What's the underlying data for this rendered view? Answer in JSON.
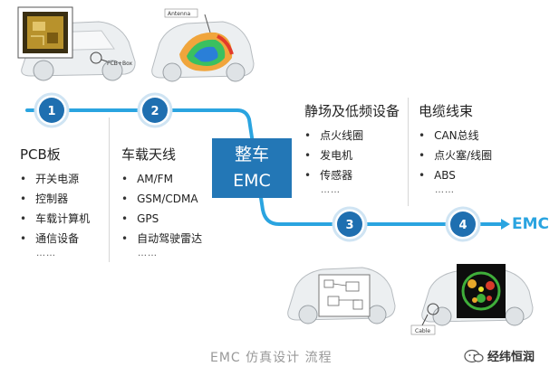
{
  "steps": [
    {
      "number": "1"
    },
    {
      "number": "2"
    },
    {
      "number": "3"
    },
    {
      "number": "4"
    }
  ],
  "columns": [
    {
      "title": "PCB板",
      "items": [
        "开关电源",
        "控制器",
        "车载计算机",
        "通信设备"
      ],
      "more": "……"
    },
    {
      "title": "车载天线",
      "items": [
        "AM/FM",
        "GSM/CDMA",
        "GPS",
        "自动驾驶雷达"
      ],
      "more": "……"
    },
    {
      "title": "静场及低频设备",
      "items": [
        "点火线圈",
        "发电机",
        "传感器"
      ],
      "more": "……"
    },
    {
      "title": "电缆线束",
      "items": [
        "CAN总线",
        "点火塞/线圈",
        "ABS"
      ],
      "more": "……"
    }
  ],
  "center": {
    "line1": "整车",
    "line2": "EMC"
  },
  "end_label": "EMC",
  "images": {
    "car1_label": "PCB+Box",
    "car2_label": "Antenna",
    "car4_label": "Cable"
  },
  "caption": "EMC 仿真设计 流程",
  "brand": "经纬恒润",
  "colors": {
    "flow_line": "#2aa4e0",
    "circle_fill": "#1f6fb0",
    "center_box": "#2377b6"
  }
}
